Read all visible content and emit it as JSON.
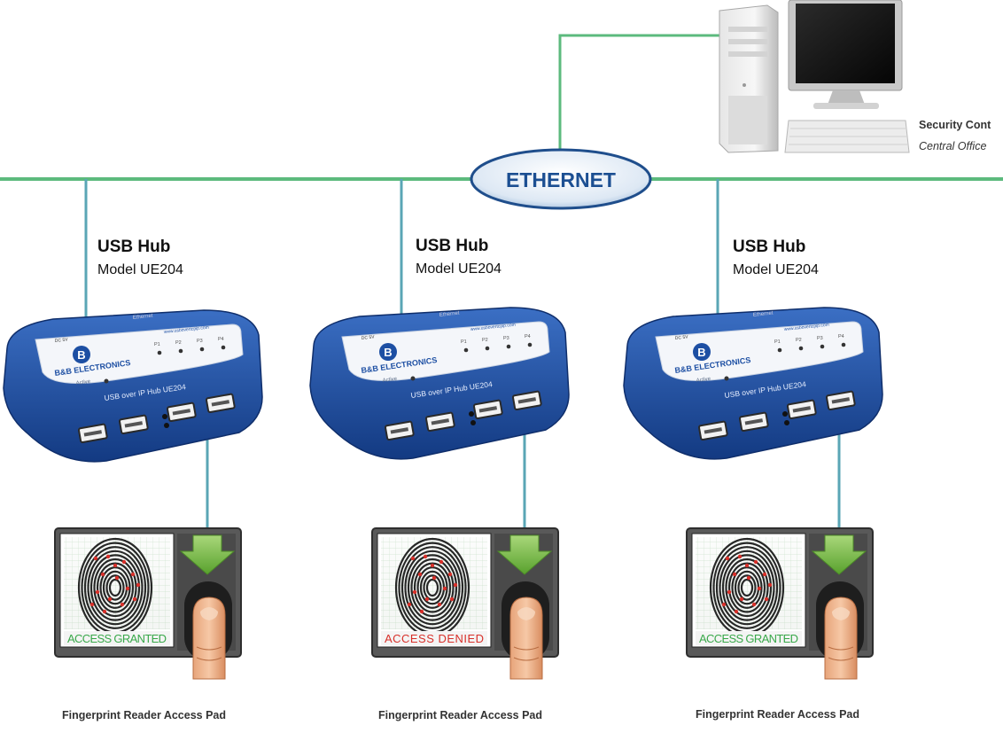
{
  "network": {
    "label": "ETHERNET"
  },
  "security": {
    "title": "Security Cont",
    "subtitle": "Central Office"
  },
  "hubs": [
    {
      "title": "USB Hub",
      "model": "Model UE204",
      "brand": "B&B ELECTRONICS",
      "brand_short": "B",
      "name": "USB over IP Hub  UE204",
      "active": "Active",
      "power": "DC 5V",
      "ethernet": "Ethernet",
      "url": "www.usbovertcpip.com",
      "ports": [
        "P1",
        "P2",
        "P3",
        "P4"
      ]
    },
    {
      "title": "USB Hub",
      "model": "Model UE204",
      "brand": "B&B ELECTRONICS",
      "brand_short": "B",
      "name": "USB over IP Hub  UE204",
      "active": "Active",
      "power": "DC 5V",
      "ethernet": "Ethernet",
      "url": "www.usbovertcpip.com",
      "ports": [
        "P1",
        "P2",
        "P3",
        "P4"
      ]
    },
    {
      "title": "USB Hub",
      "model": "Model UE204",
      "brand": "B&B ELECTRONICS",
      "brand_short": "B",
      "name": "USB over IP Hub  UE204",
      "active": "Active",
      "power": "DC 5V",
      "ethernet": "Ethernet",
      "url": "www.usbovertcpip.com",
      "ports": [
        "P1",
        "P2",
        "P3",
        "P4"
      ]
    }
  ],
  "readers": [
    {
      "status": "ACCESS GRANTED",
      "status_color": "#39a84a",
      "label": "Fingerprint Reader Access Pad"
    },
    {
      "status": "ACCESS DENIED",
      "status_color": "#d8302a",
      "label": "Fingerprint Reader Access Pad"
    },
    {
      "status": "ACCESS GRANTED",
      "status_color": "#39a84a",
      "label": "Fingerprint Reader Access Pad"
    }
  ],
  "colors": {
    "ethernet_line": "#5cba7d",
    "drop_line": "#5aa6b5",
    "hub_blue": "#1d4fa3",
    "arrow_green": "#77b83f"
  }
}
